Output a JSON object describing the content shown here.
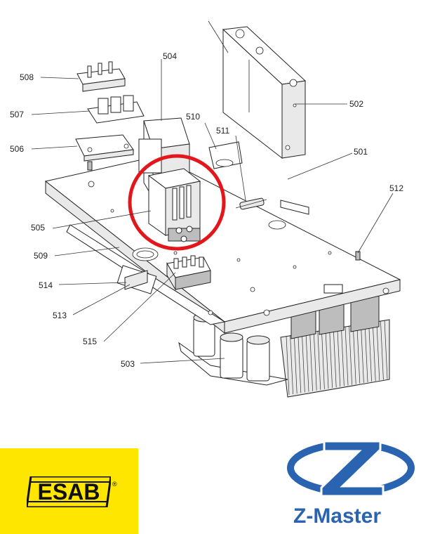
{
  "diagram": {
    "labels": {
      "l501": "501",
      "l502": "502",
      "l503": "503",
      "l504": "504",
      "l505": "505",
      "l506": "506",
      "l507": "507",
      "l508": "508",
      "l509": "509",
      "l510": "510",
      "l511": "511",
      "l512": "512",
      "l513": "513",
      "l514": "514",
      "l515": "515"
    },
    "highlight_color": "#e3161b"
  },
  "logos": {
    "esab": {
      "text": "ESAB",
      "registered": "®",
      "background": "#ffe600"
    },
    "zmaster": {
      "text": "Z-Master",
      "color": "#2a64b0"
    }
  }
}
